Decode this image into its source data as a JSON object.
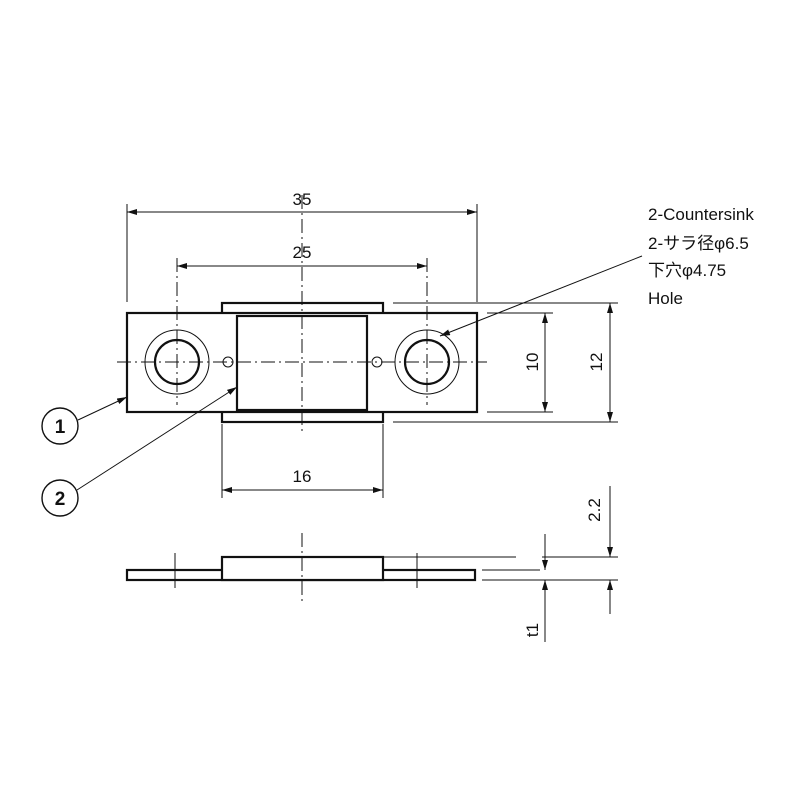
{
  "dimensions": {
    "overall_length": "35",
    "hole_pitch": "25",
    "tab_width": "16",
    "inner_height": "10",
    "overall_height": "12",
    "total_thickness": "2.2",
    "plate_thickness": "t1"
  },
  "note": {
    "line1": "2-Countersink",
    "line2": "2-サラ径φ6.5",
    "line3": "下穴φ4.75",
    "line4": "Hole"
  },
  "callouts": [
    "1",
    "2"
  ]
}
